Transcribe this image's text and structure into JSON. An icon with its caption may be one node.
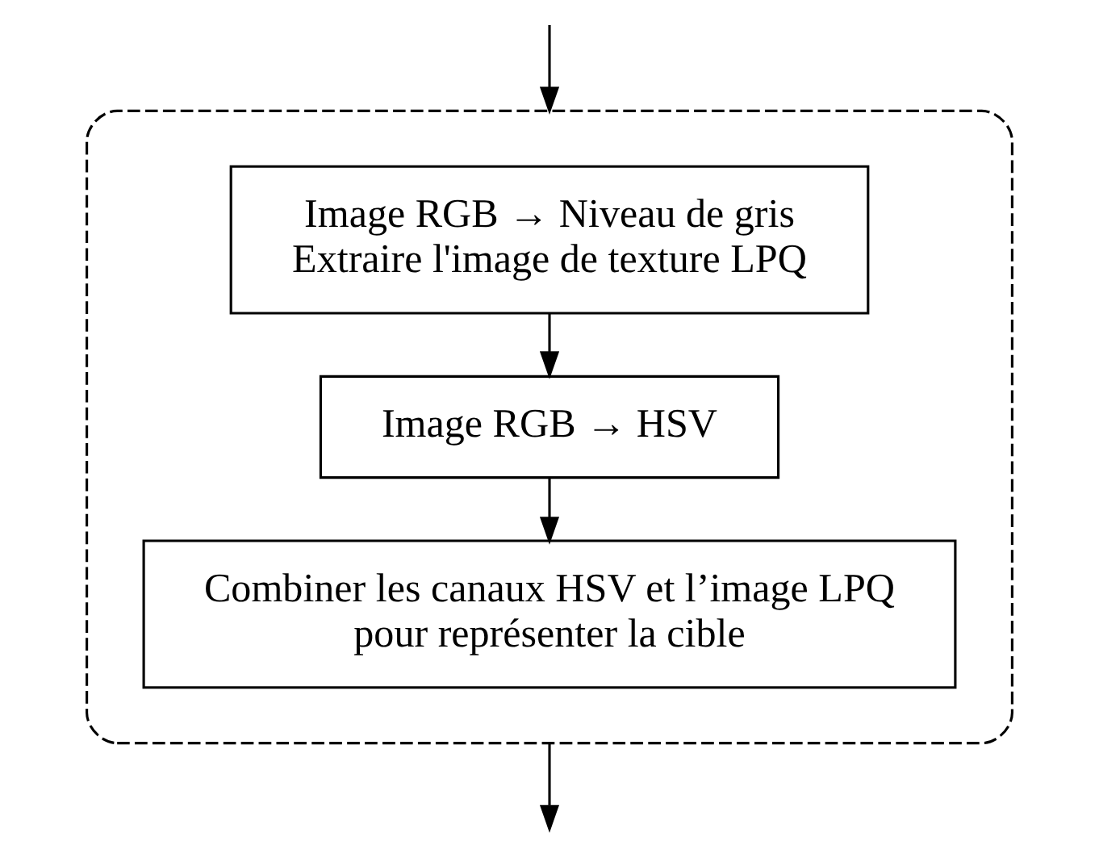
{
  "diagram": {
    "nodes": [
      {
        "text": [],
        "shape": "box"
      },
      {
        "text": [
          "Image RGB → Niveau de gris",
          "Extraire l'image de texture LPQ"
        ],
        "in": 0
      },
      {
        "text": [
          "Image RGB → HSV"
        ],
        "in": 0
      },
      {
        "text": [
          "Combiner les canaux HSV et l’image LPQ pour représenter la cible"
        ],
        "in": 0
      }
    ],
    "edges": [
      {
        "from": null,
        "to": 0,
        "arrow": "to"
      },
      {
        "from": 1,
        "to": 2,
        "arrow": "to"
      },
      {
        "from": 2,
        "to": 3,
        "arrow": "to"
      },
      {
        "from": 0,
        "to": null,
        "arrow": "to"
      }
    ]
  }
}
